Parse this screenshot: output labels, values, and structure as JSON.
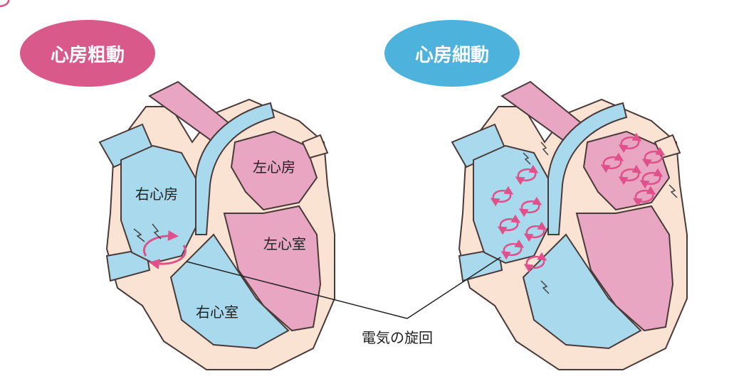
{
  "titles": {
    "flutter": "心房粗動",
    "fibrillation": "心房細動"
  },
  "labels": {
    "right_atrium": "右心房",
    "left_atrium": "左心房",
    "left_ventricle": "左心室",
    "right_ventricle": "右心室",
    "circulation": "電気の旋回"
  },
  "colors": {
    "flutter_pill": "#d9598a",
    "fibrillation_pill": "#4db3dd",
    "right_side_blue": "#a9d9ec",
    "left_side_pink": "#e9a6c3",
    "heart_wall": "#fbe3d3",
    "arrow_pink": "#e0508a"
  }
}
